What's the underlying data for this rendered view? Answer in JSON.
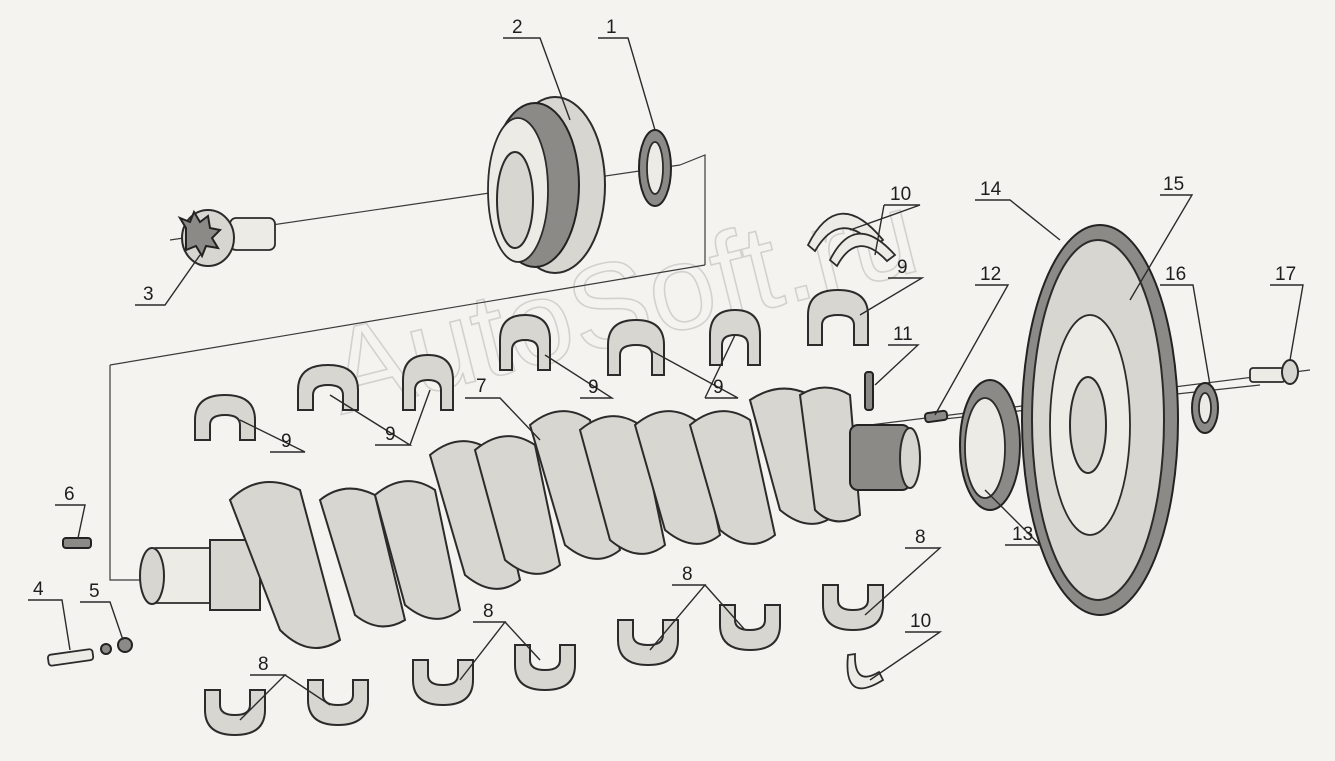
{
  "watermark": "AutoSoft.ru",
  "callouts": [
    {
      "id": "c1",
      "text": "1"
    },
    {
      "id": "c2",
      "text": "2"
    },
    {
      "id": "c3",
      "text": "3"
    },
    {
      "id": "c4",
      "text": "4"
    },
    {
      "id": "c5",
      "text": "5"
    },
    {
      "id": "c6",
      "text": "6"
    },
    {
      "id": "c7",
      "text": "7"
    },
    {
      "id": "c8a",
      "text": "8"
    },
    {
      "id": "c8b",
      "text": "8"
    },
    {
      "id": "c8c",
      "text": "8"
    },
    {
      "id": "c8d",
      "text": "8"
    },
    {
      "id": "c9a",
      "text": "9"
    },
    {
      "id": "c9b",
      "text": "9"
    },
    {
      "id": "c9c",
      "text": "9"
    },
    {
      "id": "c9d",
      "text": "9"
    },
    {
      "id": "c9e",
      "text": "9"
    },
    {
      "id": "c10a",
      "text": "10"
    },
    {
      "id": "c10b",
      "text": "10"
    },
    {
      "id": "c11",
      "text": "11"
    },
    {
      "id": "c12",
      "text": "12"
    },
    {
      "id": "c13",
      "text": "13"
    },
    {
      "id": "c14",
      "text": "14"
    },
    {
      "id": "c15",
      "text": "15"
    },
    {
      "id": "c16",
      "text": "16"
    },
    {
      "id": "c17",
      "text": "17"
    }
  ]
}
